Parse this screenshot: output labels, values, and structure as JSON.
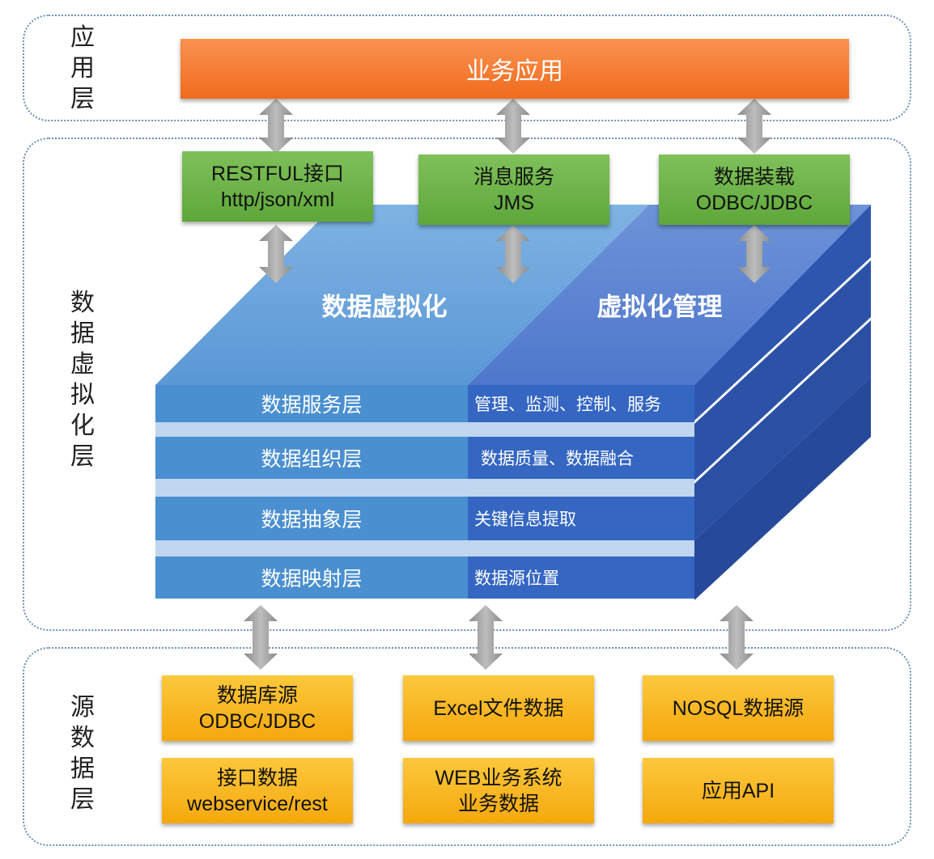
{
  "zones": {
    "app": {
      "label": [
        "应",
        "用",
        "层"
      ]
    },
    "virt": {
      "label": [
        "数",
        "据",
        "虚",
        "拟",
        "化",
        "层"
      ]
    },
    "source": {
      "label": [
        "源",
        "数",
        "据",
        "层"
      ]
    }
  },
  "app_box": {
    "label": "业务应用"
  },
  "interfaces": [
    {
      "line1": "RESTFUL接口",
      "line2": "http/json/xml"
    },
    {
      "line1": "消息服务",
      "line2": "JMS"
    },
    {
      "line1": "数据装载",
      "line2": "ODBC/JDBC"
    }
  ],
  "platform": {
    "left_title": "数据虚拟化",
    "right_title": "虚拟化管理"
  },
  "layers": [
    {
      "name": "数据服务层",
      "detail": "管理、监测、控制、服务"
    },
    {
      "name": "数据组织层",
      "detail": "数据质量、数据融合"
    },
    {
      "name": "数据抽象层",
      "detail": "关键信息提取"
    },
    {
      "name": "数据映射层",
      "detail": "数据源位置"
    }
  ],
  "sources": [
    {
      "line1": "数据库源",
      "line2": "ODBC/JDBC"
    },
    {
      "line1": "Excel文件数据",
      "line2": ""
    },
    {
      "line1": "NOSQL数据源",
      "line2": ""
    },
    {
      "line1": "接口数据",
      "line2": "webservice/rest"
    },
    {
      "line1": "WEB业务系统",
      "line2": "业务数据"
    },
    {
      "line1": "应用API",
      "line2": ""
    }
  ],
  "colors": {
    "app": "#f07a2c",
    "interface": "#6cb447",
    "source": "#f8b51e",
    "layer_left": "#4a8fd0",
    "layer_right": "#3566c4",
    "arrow": "#9a9a9a"
  }
}
